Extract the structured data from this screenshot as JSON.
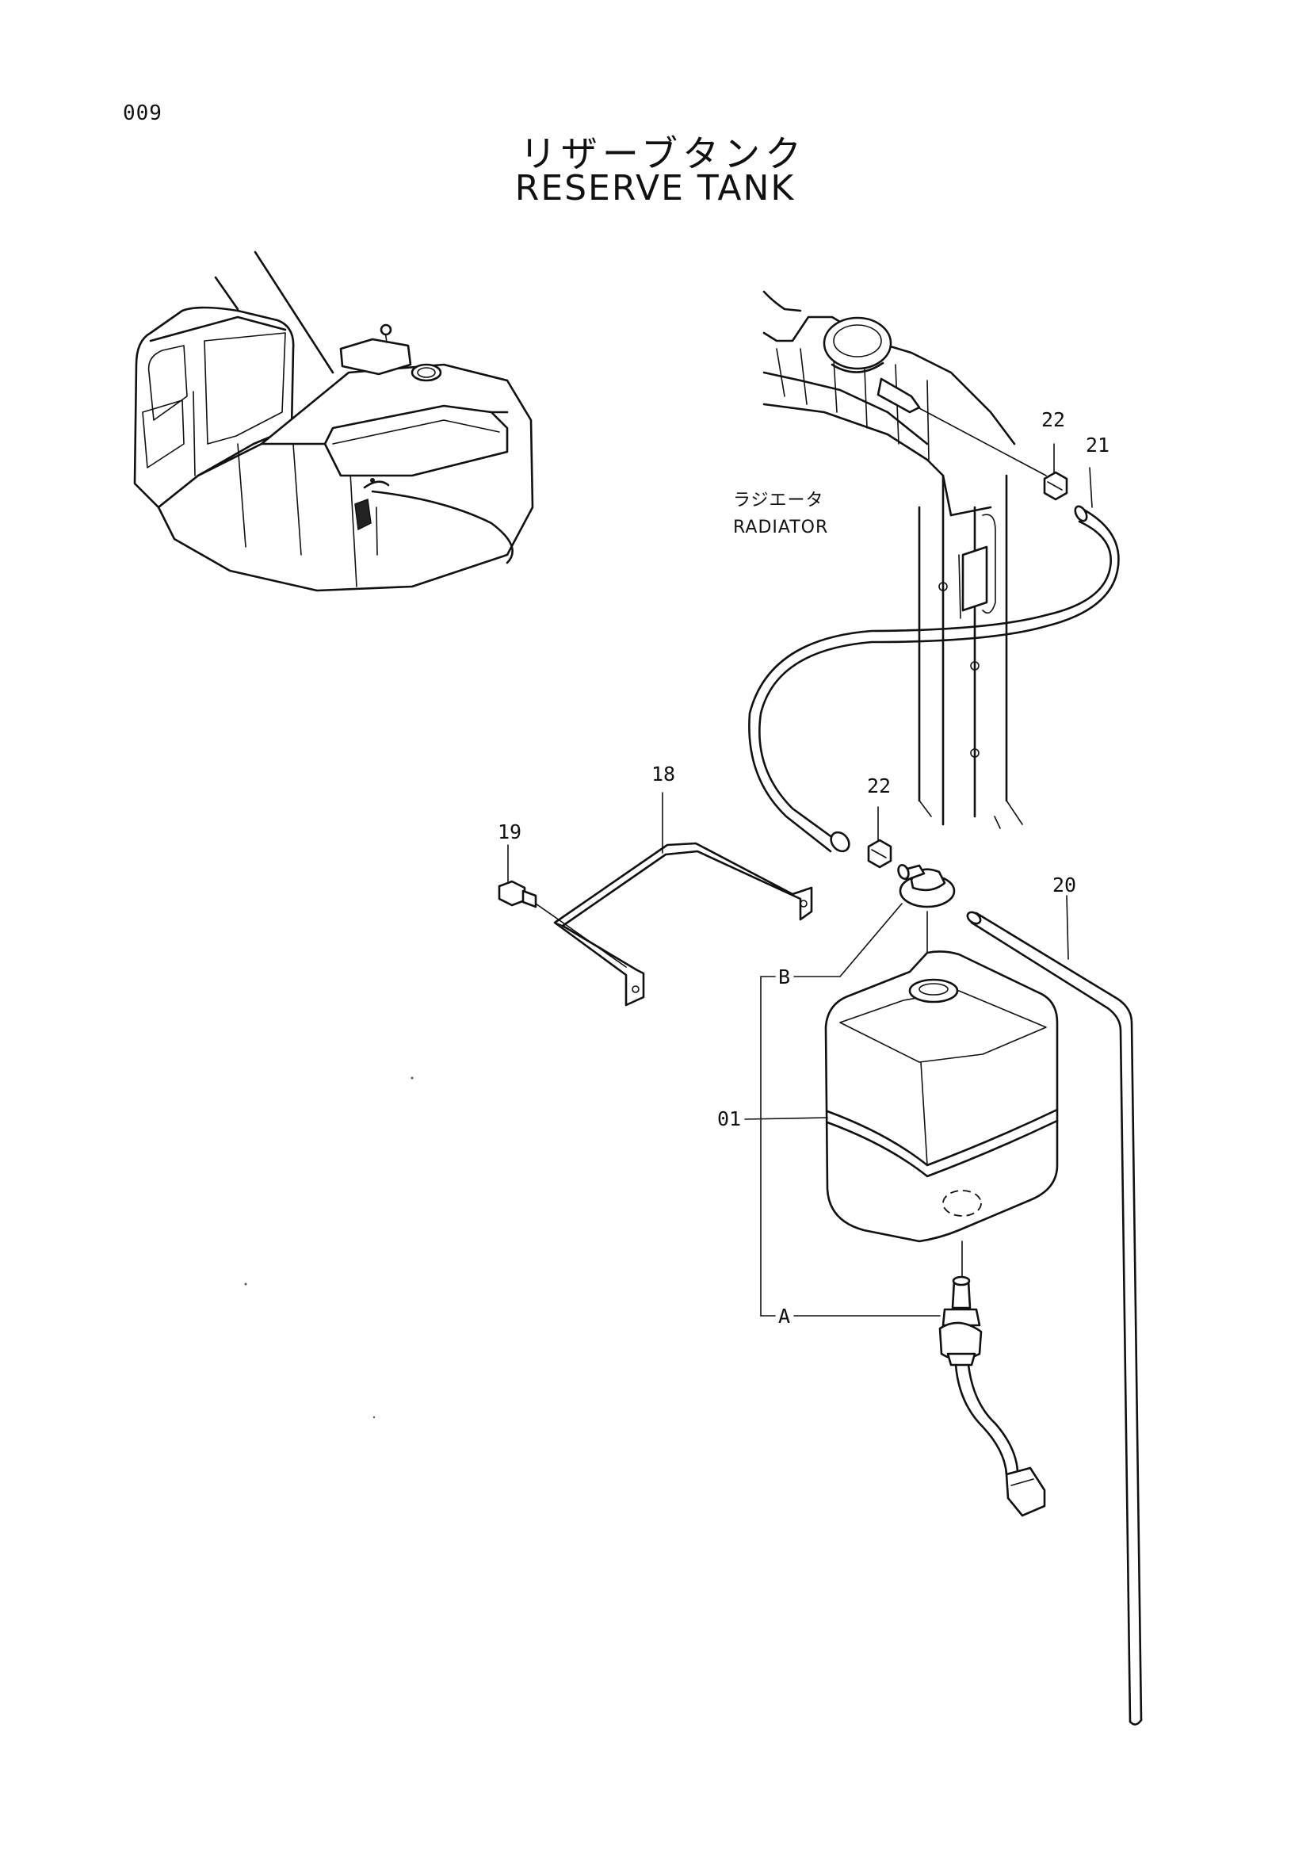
{
  "page": {
    "number": "009",
    "title_jp": "リザーブタンク",
    "title_en": "RESERVE TANK"
  },
  "radiator_label": {
    "jp": "ラジエータ",
    "en": "RADIATOR"
  },
  "callouts": {
    "c22_top": "22",
    "c21": "21",
    "c18": "18",
    "c22_mid": "22",
    "c19": "19",
    "c20": "20",
    "cB": "B",
    "c01": "01",
    "cA": "A"
  }
}
